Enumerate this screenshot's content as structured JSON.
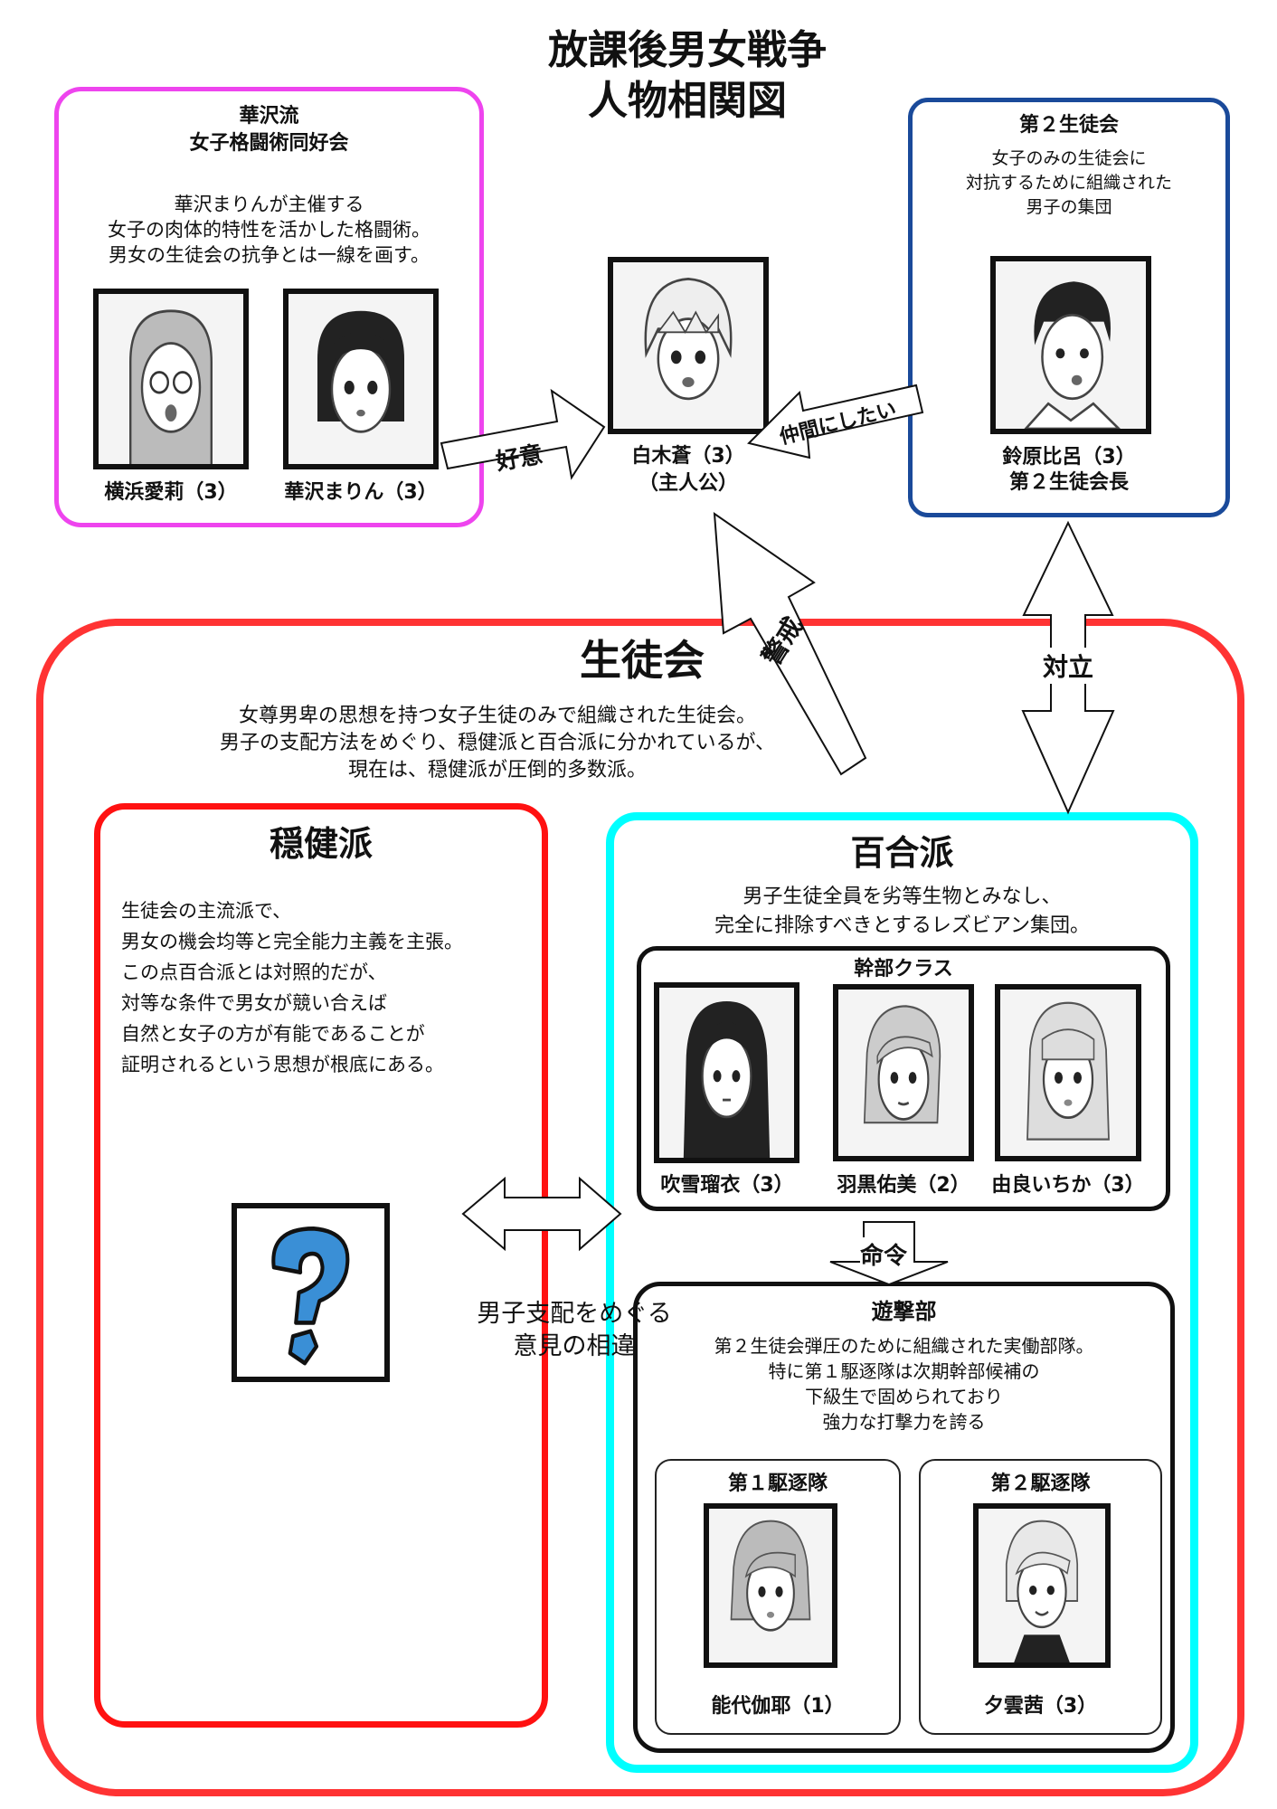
{
  "title": {
    "line1": "放課後男女戦争",
    "line2": "人物相関図"
  },
  "hanazawa": {
    "name1": "華沢流",
    "name2": "女子格闘術同好会",
    "desc": [
      "華沢まりんが主催する",
      "女子の肉体的特性を活かした格闘術。",
      "男女の生徒会の抗争とは一線を画す。"
    ],
    "members": [
      "横浜愛莉（3）",
      "華沢まりん（3）"
    ]
  },
  "protagonist": {
    "name": "白木蒼（3）",
    "role": "（主人公）"
  },
  "second_council": {
    "name": "第２生徒会",
    "desc": [
      "女子のみの生徒会に",
      "対抗するために組織された",
      "男子の集団"
    ],
    "leader_name": "鈴原比呂（3）",
    "leader_role": "第２生徒会長"
  },
  "arrows": {
    "favor": "好意",
    "want_ally": "仲間にしたい",
    "wary": "警戒",
    "opposition": "対立",
    "command": "命令",
    "disagreement": [
      "男子支配をめぐる",
      "意見の相違"
    ]
  },
  "council": {
    "name": "生徒会",
    "desc": [
      "女尊男卑の思想を持つ女子生徒のみで組織された生徒会。",
      "男子の支配方法をめぐり、穏健派と百合派に分かれているが、",
      "現在は、穏健派が圧倒的多数派。"
    ]
  },
  "moderate": {
    "name": "穏健派",
    "desc": [
      "生徒会の主流派で、",
      "男女の機会均等と完全能力主義を主張。",
      "この点百合派とは対照的だが、",
      "対等な条件で男女が競い合えば",
      "自然と女子の方が有能であることが",
      "証明されるという思想が根底にある。"
    ]
  },
  "yuri": {
    "name": "百合派",
    "desc": [
      "男子生徒全員を劣等生物とみなし、",
      "完全に排除すべきとするレズビアン集団。"
    ],
    "executives": {
      "label": "幹部クラス",
      "members": [
        "吹雪瑠衣（3）",
        "羽黒佑美（2）",
        "由良いちか（3）"
      ]
    },
    "guerrilla": {
      "name": "遊撃部",
      "desc": [
        "第２生徒会弾圧のために組織された実働部隊。",
        "特に第１駆逐隊は次期幹部候補の",
        "下級生で固められており",
        "強力な打撃力を誇る"
      ],
      "squad1": {
        "label": "第１駆逐隊",
        "member": "能代伽耶（1）"
      },
      "squad2": {
        "label": "第２駆逐隊",
        "member": "夕雲茜（3）"
      }
    }
  },
  "colors": {
    "magenta": "#ee44ee",
    "navy": "#1a4a9a",
    "red": "#ff3333",
    "cyan": "#00ffff",
    "question_blue": "#3a8fd6"
  }
}
